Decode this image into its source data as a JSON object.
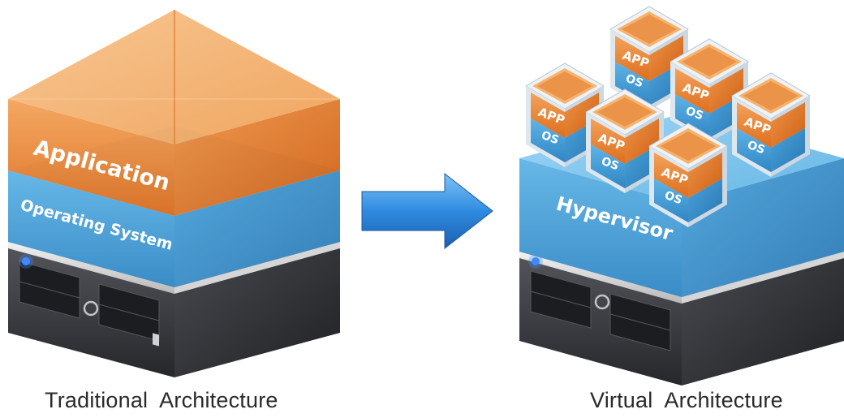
{
  "diagram": {
    "traditional": {
      "application_label": "Application",
      "os_label": "Operating System",
      "caption": "Traditional  Architecture"
    },
    "virtual": {
      "hypervisor_label": "Hypervisor",
      "caption": "Virtual  Architecture",
      "vm_boxes": [
        {
          "app": "APP",
          "os": "OS"
        },
        {
          "app": "APP",
          "os": "OS"
        },
        {
          "app": "APP",
          "os": "OS"
        },
        {
          "app": "APP",
          "os": "OS"
        },
        {
          "app": "APP",
          "os": "OS"
        },
        {
          "app": "APP",
          "os": "OS"
        }
      ]
    },
    "colors": {
      "orange": "#e8782a",
      "blue": "#3b95d0",
      "server_dark": "#3a3b40",
      "arrow": "#2f7fd0"
    }
  }
}
